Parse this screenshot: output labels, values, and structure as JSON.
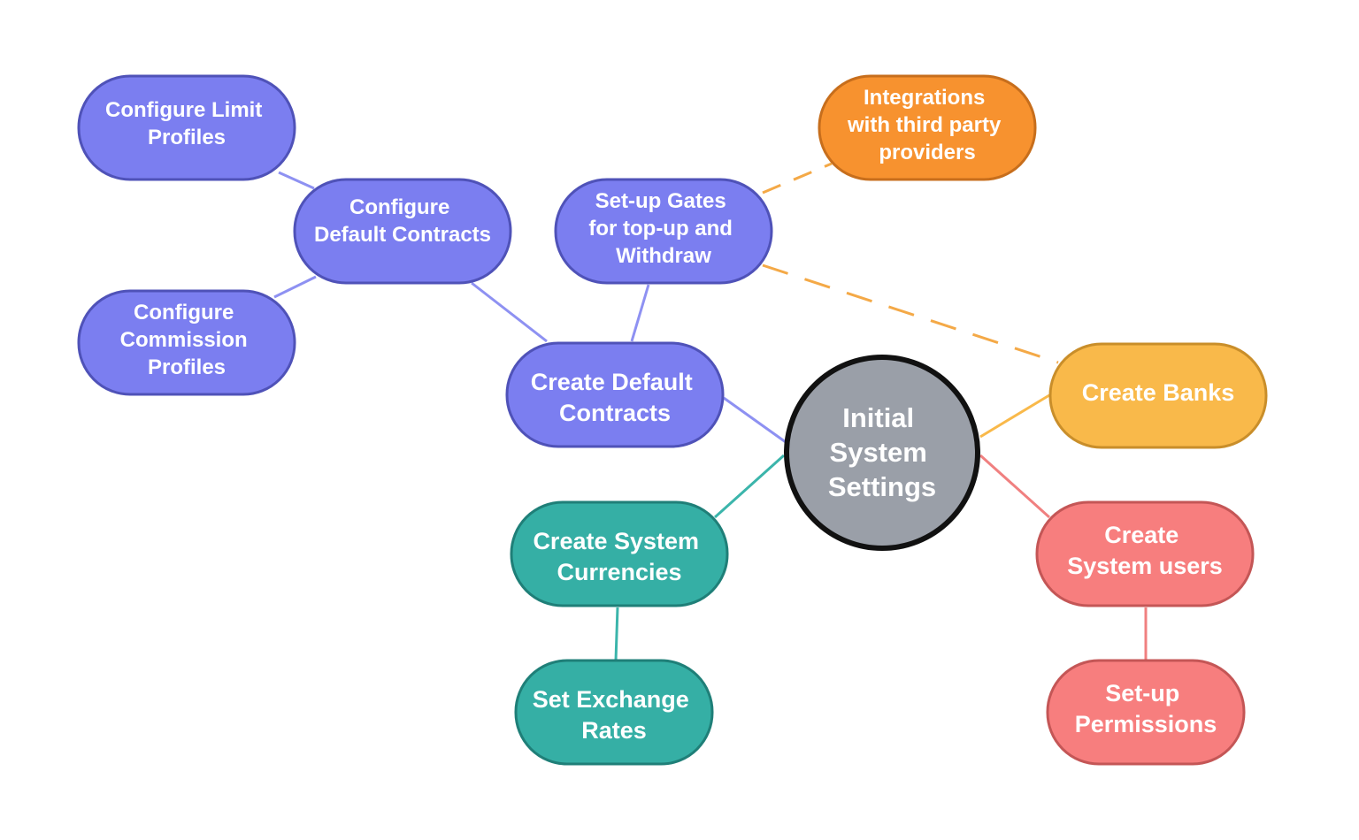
{
  "colors": {
    "purple": "#7B7EF0",
    "purple_border": "#4F52B8",
    "purple_edge": "#8E91F2",
    "orange": "#F7922F",
    "orange_border": "#C76E1C",
    "yellow": "#F9B94A",
    "yellow_border": "#C98E2A",
    "teal": "#35AFA5",
    "teal_border": "#1F7F78",
    "teal_edge": "#3BB5AB",
    "red": "#F77E7E",
    "red_border": "#C45656",
    "red_edge": "#F08080",
    "gray": "#9A9FA8",
    "gray_border": "#111111",
    "dashed_edge": "#F4A947"
  },
  "nodes": {
    "center": {
      "lines": [
        "Initial",
        "System",
        "Settings"
      ]
    },
    "limit_profiles": {
      "lines": [
        "Configure Limit",
        "Profiles"
      ]
    },
    "default_contracts_cfg": {
      "lines": [
        "Configure",
        "Default Contracts"
      ]
    },
    "commission_profiles": {
      "lines": [
        "Configure",
        "Commission",
        "Profiles"
      ]
    },
    "gates": {
      "lines": [
        "Set-up Gates",
        "for top-up and",
        "Withdraw"
      ]
    },
    "integrations": {
      "lines": [
        "Integrations",
        "with third party",
        "providers"
      ]
    },
    "create_default_contracts": {
      "lines": [
        "Create Default",
        "Contracts"
      ]
    },
    "create_banks": {
      "lines": [
        "Create Banks"
      ]
    },
    "create_currencies": {
      "lines": [
        "Create System",
        "Currencies"
      ]
    },
    "exchange_rates": {
      "lines": [
        "Set Exchange",
        "Rates"
      ]
    },
    "system_users": {
      "lines": [
        "Create",
        "System users"
      ]
    },
    "permissions": {
      "lines": [
        "Set-up",
        "Permissions"
      ]
    }
  }
}
